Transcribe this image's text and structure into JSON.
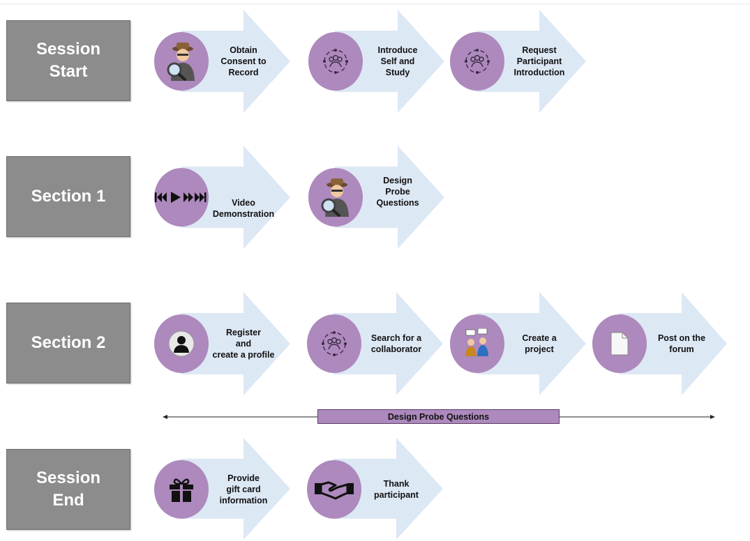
{
  "colors": {
    "section_box": "#8c8c8c",
    "circle": "#ad89bd",
    "arrow": "#dde8f5"
  },
  "rows": [
    {
      "label": "Session\nStart",
      "steps": [
        {
          "label": "Obtain\nConsent to\nRecord",
          "icon": "detective-icon"
        },
        {
          "label": "Introduce\nSelf and\nStudy",
          "icon": "group-network-icon"
        },
        {
          "label": "Request\nParticipant\nIntroduction",
          "icon": "group-network-icon"
        }
      ]
    },
    {
      "label": "Section 1",
      "steps": [
        {
          "label": "Video\nDemonstration",
          "icon": "media-controls-icon"
        },
        {
          "label": "Design\nProbe\nQuestions",
          "icon": "detective-icon"
        }
      ]
    },
    {
      "label": "Section 2",
      "steps": [
        {
          "label": "Register\nand\ncreate a profile",
          "icon": "user-profile-icon"
        },
        {
          "label": "Search for a\ncollaborator",
          "icon": "group-network-icon"
        },
        {
          "label": "Create a\nproject",
          "icon": "people-project-icon"
        },
        {
          "label": "Post on the\nforum",
          "icon": "document-icon"
        }
      ]
    },
    {
      "label": "Session\nEnd",
      "steps": [
        {
          "label": "Provide\ngift card\ninformation",
          "icon": "gift-icon"
        },
        {
          "label": "Thank\nparticipant",
          "icon": "handshake-icon"
        }
      ]
    }
  ],
  "timeline": {
    "label": "Design Probe Questions"
  }
}
